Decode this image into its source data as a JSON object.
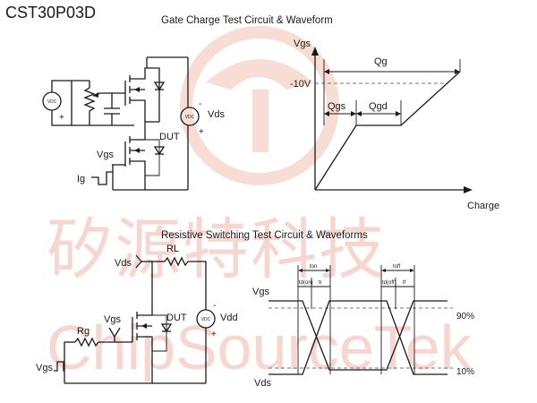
{
  "part_number": "CST30P03D",
  "watermark": {
    "cn": "矽源特科技",
    "en": "ChipSourceTek"
  },
  "gate_charge": {
    "title": "Gate Charge Test Circuit & Waveform",
    "circuit": {
      "vds": "Vds",
      "vgs": "Vgs",
      "ig": "Ig",
      "dut": "DUT",
      "vdc": "VDC",
      "minus": "-",
      "plus": "+"
    },
    "waveform": {
      "y_axis": "Vgs",
      "x_axis": "Charge",
      "level": "-10V",
      "qg": "Qg",
      "qgs": "Qgs",
      "qgd": "Qgd"
    }
  },
  "switching": {
    "title": "Resistive Switching Test Circuit & Waveforms",
    "circuit": {
      "vds": "Vds",
      "rl": "RL",
      "vgs_pulse": "Vgs",
      "vgs": "Vgs",
      "rg": "Rg",
      "dut": "DUT",
      "vdd": "Vdd",
      "vdc": "VDC",
      "minus": "-",
      "plus": "+"
    },
    "waveform": {
      "vgs": "Vgs",
      "vds": "Vds",
      "pct_90": "90%",
      "pct_10": "10%",
      "ton": "ton",
      "toff": "toff",
      "tdon": "td(on)",
      "tr": "tr",
      "tdoff": "td(off)",
      "tf": "tf"
    }
  },
  "colors": {
    "ink": "#1a1a1a",
    "watermark": "#f6d6cf",
    "dashed": "#777777"
  }
}
